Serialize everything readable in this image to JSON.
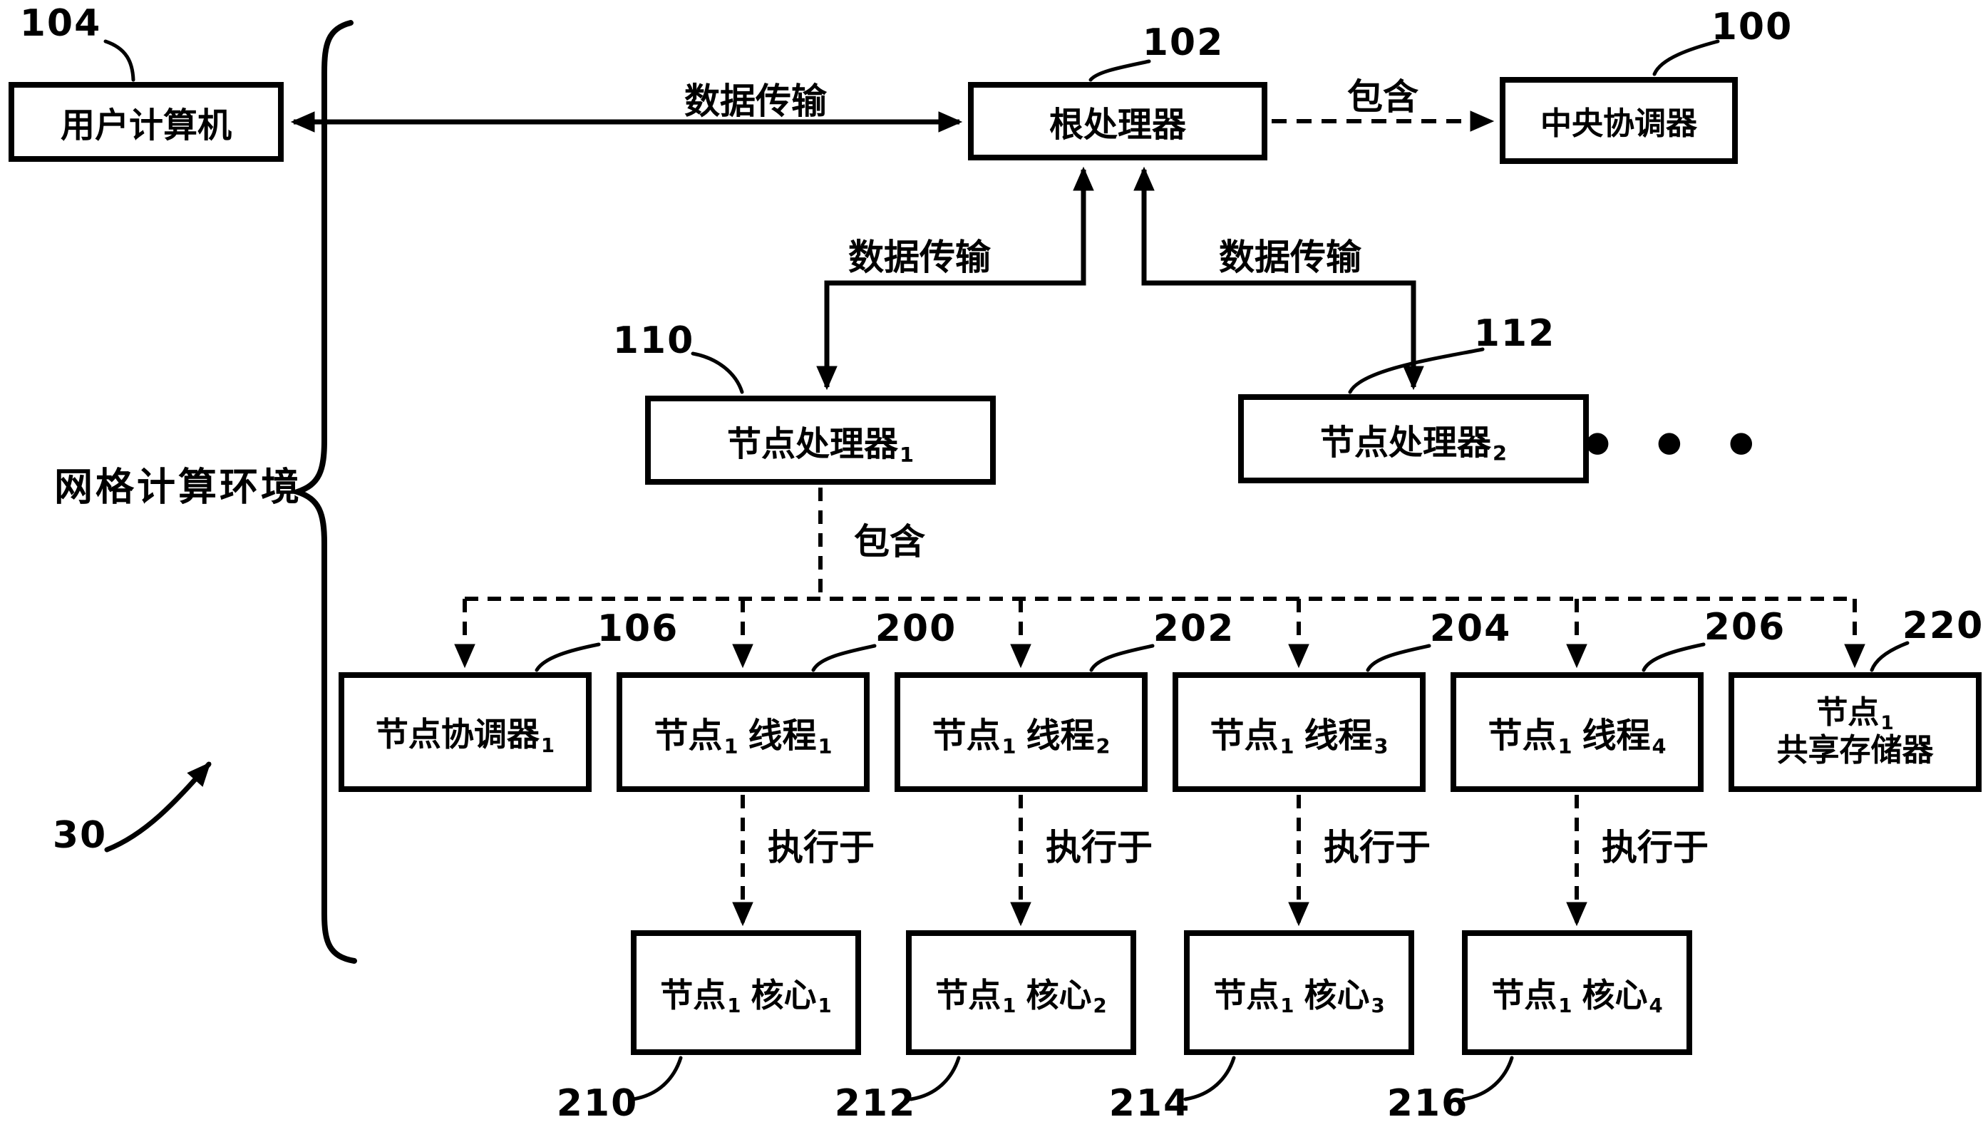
{
  "figure": {
    "environment": {
      "label": "网格计算环境",
      "ref": "30"
    },
    "ellipsis": "● ● ●"
  },
  "edge_labels": {
    "data_transfer_top": "数据传输",
    "data_transfer_node1": "数据传输",
    "data_transfer_node2": "数据传输",
    "contains_root": "包含",
    "contains_node1": "包含",
    "executes_on": [
      "执行于",
      "执行于",
      "执行于",
      "执行于"
    ]
  },
  "boxes": {
    "user_computer": {
      "label": "用户计算机",
      "ref": "104"
    },
    "root_processor": {
      "label": "根处理器",
      "ref": "102"
    },
    "central_coordinator": {
      "label": "中央协调器",
      "ref": "100"
    },
    "node_processor_1": {
      "base": "节点处理器",
      "sub": "1",
      "ref": "110"
    },
    "node_processor_2": {
      "base": "节点处理器",
      "sub": "2",
      "ref": "112"
    },
    "node_coordinator": {
      "base": "节点协调器",
      "sub": "1",
      "ref": "106"
    },
    "threads": [
      {
        "base1": "节点",
        "sub1": "1",
        "base2": "线程",
        "sub2": "1",
        "ref": "200"
      },
      {
        "base1": "节点",
        "sub1": "1",
        "base2": "线程",
        "sub2": "2",
        "ref": "202"
      },
      {
        "base1": "节点",
        "sub1": "1",
        "base2": "线程",
        "sub2": "3",
        "ref": "204"
      },
      {
        "base1": "节点",
        "sub1": "1",
        "base2": "线程",
        "sub2": "4",
        "ref": "206"
      }
    ],
    "shared_memory": {
      "base1": "节点",
      "sub1": "1",
      "line2": "共享存储器",
      "ref": "220"
    },
    "cores": [
      {
        "base1": "节点",
        "sub1": "1",
        "base2": "核心",
        "sub2": "1",
        "ref": "210"
      },
      {
        "base1": "节点",
        "sub1": "1",
        "base2": "核心",
        "sub2": "2",
        "ref": "212"
      },
      {
        "base1": "节点",
        "sub1": "1",
        "base2": "核心",
        "sub2": "3",
        "ref": "214"
      },
      {
        "base1": "节点",
        "sub1": "1",
        "base2": "核心",
        "sub2": "4",
        "ref": "216"
      }
    ]
  }
}
